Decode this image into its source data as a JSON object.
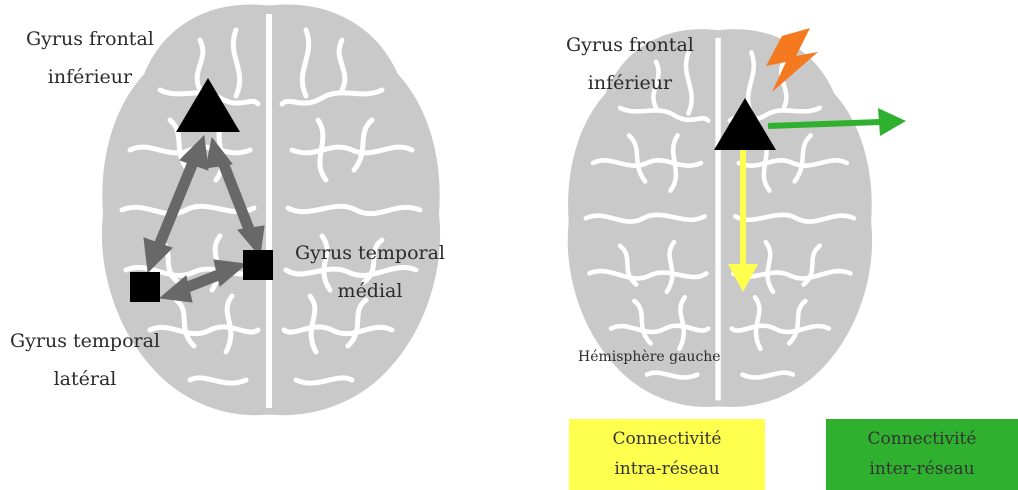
{
  "colors": {
    "brain": "#c9c9c9",
    "outline": "#ffffff",
    "node": "#000000",
    "arrow_gray": "#686868",
    "intra": "#ffff4d",
    "inter": "#2fb12f",
    "bolt": "#f5791f"
  },
  "left_panel": {
    "node_ifg": {
      "line1": "Gyrus frontal",
      "line2": "inférieur"
    },
    "node_mtg": {
      "line1": "Gyrus temporal",
      "line2": "médial"
    },
    "node_ltg": {
      "line1": "Gyrus temporal",
      "line2": "latéral"
    }
  },
  "right_panel": {
    "node_ifg": {
      "line1": "Gyrus frontal",
      "line2": "inférieur"
    },
    "hemisphere_label": "Hémisphère gauche",
    "stimulation_icon": "lightning-bolt-icon"
  },
  "legend": {
    "intra": {
      "line1": "Connectivité",
      "line2": "intra-réseau",
      "color": "#ffff4d"
    },
    "inter": {
      "line1": "Connectivité",
      "line2": "inter-réseau",
      "color": "#2fb12f"
    }
  }
}
